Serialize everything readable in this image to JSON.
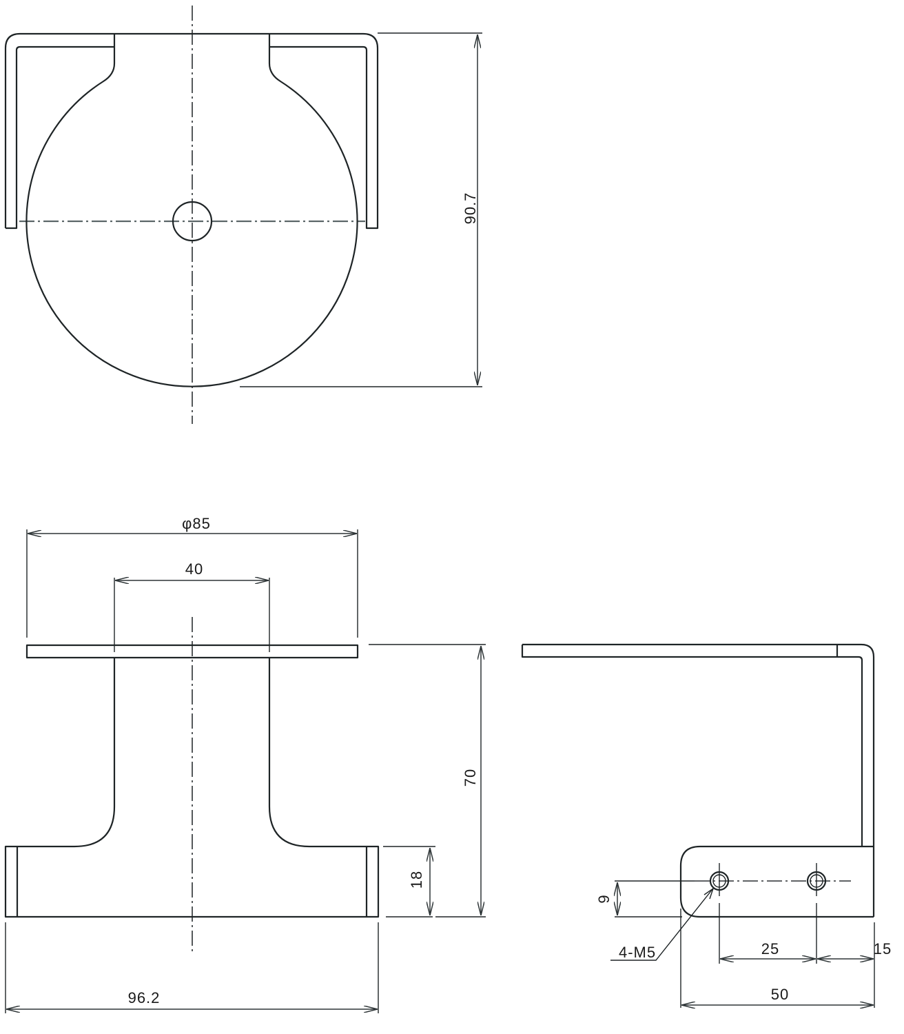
{
  "drawing": {
    "type": "engineering-drawing",
    "views": [
      "top-view",
      "front-view",
      "side-view"
    ],
    "line_color": "#1e2426",
    "center_line_color": "#5b6668"
  },
  "top_view": {
    "dimensions": {
      "overall_height": "90.7"
    }
  },
  "front_view": {
    "dimensions": {
      "disc_diameter": "φ85",
      "neck_width": "40",
      "overall_width": "96.2",
      "height": "70",
      "base_height": "18"
    }
  },
  "side_view": {
    "dimensions": {
      "hole_height": "9",
      "hole_spacing": "25",
      "edge_offset": "15",
      "base_length": "50"
    },
    "callouts": {
      "hole_spec": "4-M5"
    }
  }
}
